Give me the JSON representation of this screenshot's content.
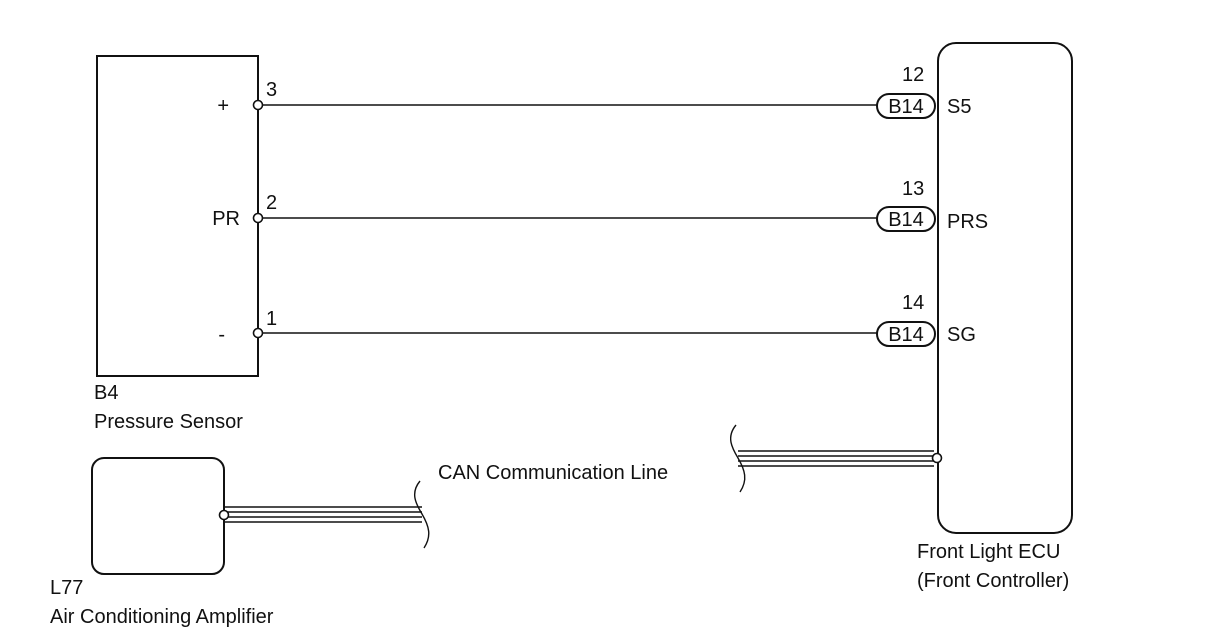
{
  "pressure_sensor": {
    "code": "B4",
    "name": "Pressure Sensor",
    "pins": [
      {
        "pin_label": "+",
        "pin_number": "3"
      },
      {
        "pin_label": "PR",
        "pin_number": "2"
      },
      {
        "pin_label": "-",
        "pin_number": "1"
      }
    ]
  },
  "ecu": {
    "name_line1": "Front Light ECU",
    "name_line2": "(Front Controller)",
    "terminals": [
      {
        "connector": "B14",
        "pin_number": "12",
        "terminal": "S5"
      },
      {
        "connector": "B14",
        "pin_number": "13",
        "terminal": "PRS"
      },
      {
        "connector": "B14",
        "pin_number": "14",
        "terminal": "SG"
      }
    ]
  },
  "amplifier": {
    "code": "L77",
    "name": "Air Conditioning Amplifier"
  },
  "can_line": {
    "label": "CAN Communication Line"
  }
}
